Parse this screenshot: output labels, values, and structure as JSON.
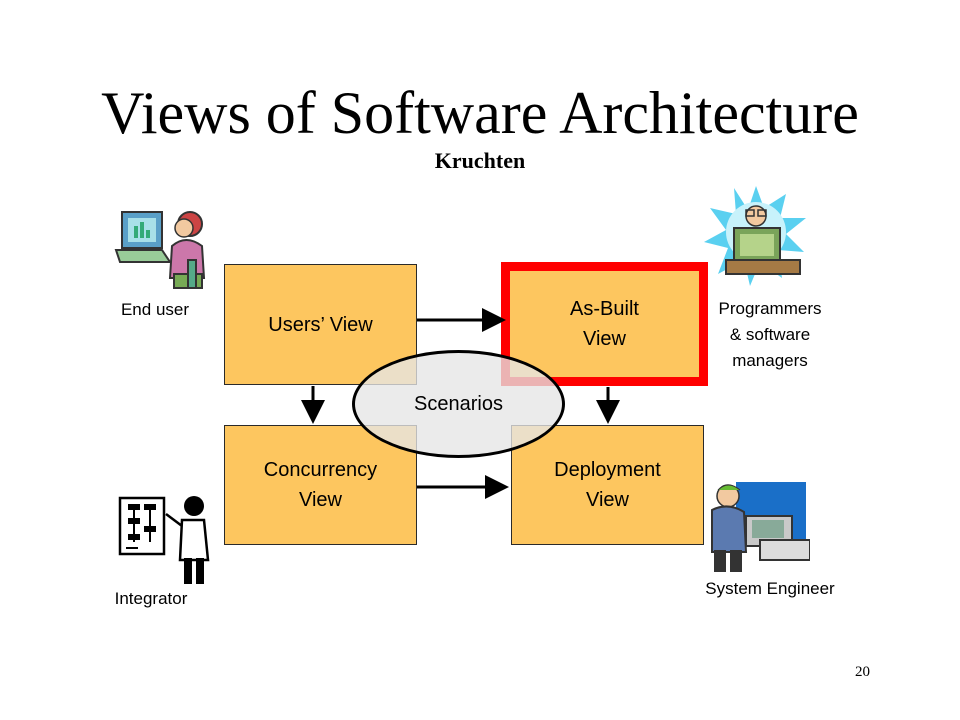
{
  "slide": {
    "title": "Views of Software Architecture",
    "subtitle": "Kruchten",
    "page_number": "20"
  },
  "views": {
    "users": "Users’ View",
    "as_built": "As-Built\nView",
    "concurrency": "Concurrency\nView",
    "deployment": "Deployment\nView",
    "scenarios": "Scenarios"
  },
  "roles": {
    "end_user": "End user",
    "programmers": "Programmers\n& software\nmanagers",
    "integrator": "Integrator",
    "system_engineer": "System Engineer"
  },
  "colors": {
    "box_fill": "#fdc65f",
    "highlight": "#ff0000",
    "ellipse_fill": "#e6e6e6"
  }
}
